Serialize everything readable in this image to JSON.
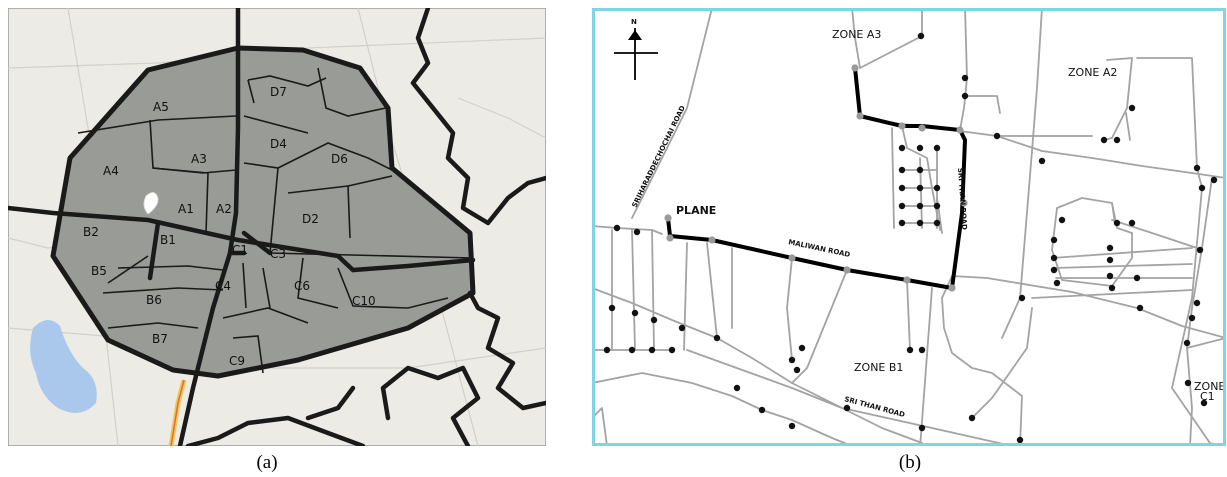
{
  "panel_a": {
    "caption": "(a)",
    "zones": [
      "A1",
      "A2",
      "A3",
      "A4",
      "A5",
      "B1",
      "B2",
      "B5",
      "B6",
      "B7",
      "C1",
      "C3",
      "C4",
      "C6",
      "C9",
      "C10",
      "D2",
      "D4",
      "D6",
      "D7"
    ],
    "colors": {
      "zone_fill": "#999b97",
      "border": "#1a1a1a",
      "basemap": "#ecebe6"
    }
  },
  "panel_b": {
    "caption": "(b)",
    "north_label": "N",
    "zone_labels": {
      "a3": "ZONE  A3",
      "a2": "ZONE  A2",
      "b1": "ZONE  B1",
      "c1_line1": "ZONE",
      "c1_line2": "C1"
    },
    "plane_label": "PLANE",
    "roads": {
      "sriharad": "SRIHARADDECHOCHAI ROAD",
      "maliwan": "MALIWAN ROAD",
      "srithan_v": "SRI THAN ROAD",
      "srithan_h": "SRI THAN ROAD"
    },
    "colors": {
      "frame": "#7fd4ea",
      "road": "#a3a3a3",
      "route": "#000000",
      "node": "#111111",
      "node_gray": "#9a9a9a"
    }
  }
}
